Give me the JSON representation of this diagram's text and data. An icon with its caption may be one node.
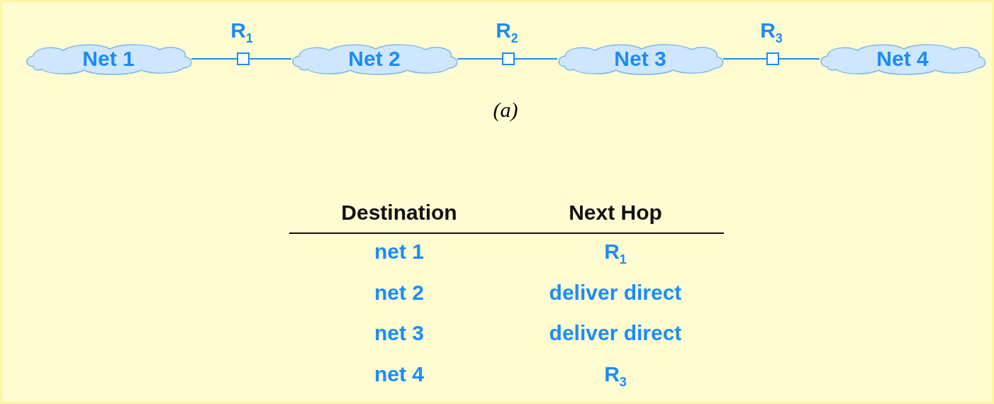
{
  "diagram": {
    "nodes": [
      {
        "text": [
          "Net 1"
        ]
      },
      {
        "text": [
          "R$_{1}$"
        ]
      },
      {
        "text": [
          "Net 2"
        ]
      },
      {
        "text": [
          "R$_{2}$"
        ]
      },
      {
        "text": [
          "Net 3"
        ]
      },
      {
        "text": [
          "R$_{3}$"
        ]
      },
      {
        "text": [
          "Net 4"
        ]
      }
    ],
    "edges": [
      {
        "from": 0,
        "to": 1,
        "arrow": "none"
      },
      {
        "from": 1,
        "to": 2,
        "arrow": "none"
      },
      {
        "from": 2,
        "to": 3,
        "arrow": "none"
      },
      {
        "from": 3,
        "to": 4,
        "arrow": "none"
      },
      {
        "from": 4,
        "to": 5,
        "arrow": "none"
      },
      {
        "from": 5,
        "to": 6,
        "arrow": "none"
      }
    ],
    "labels": [
      "(a)",
      "Destination",
      "Next Hop",
      "net 1",
      "R$_{1}$",
      "net 2",
      "deliver direct",
      "net 3",
      "deliver direct",
      "net 4",
      "R$_{3}$"
    ]
  }
}
